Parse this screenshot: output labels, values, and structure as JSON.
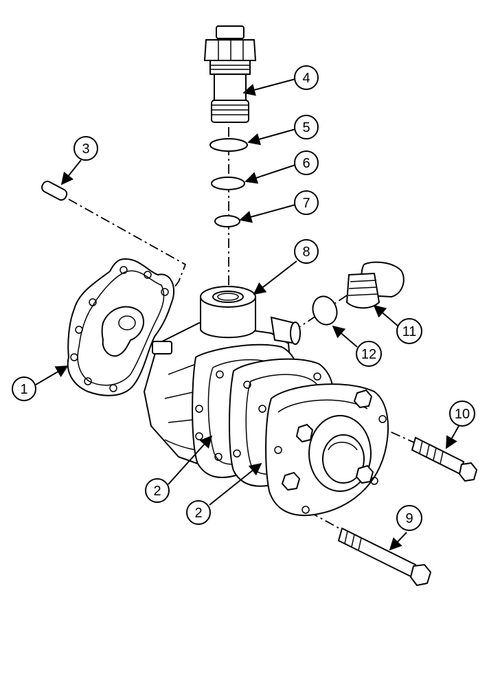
{
  "diagram": {
    "callouts": [
      {
        "id": "1",
        "label": "1"
      },
      {
        "id": "2a",
        "label": "2"
      },
      {
        "id": "2b",
        "label": "2"
      },
      {
        "id": "3",
        "label": "3"
      },
      {
        "id": "4",
        "label": "4"
      },
      {
        "id": "5",
        "label": "5"
      },
      {
        "id": "6",
        "label": "6"
      },
      {
        "id": "7",
        "label": "7"
      },
      {
        "id": "8",
        "label": "8"
      },
      {
        "id": "9",
        "label": "9"
      },
      {
        "id": "10",
        "label": "10"
      },
      {
        "id": "11",
        "label": "11"
      },
      {
        "id": "12",
        "label": "12"
      }
    ]
  }
}
